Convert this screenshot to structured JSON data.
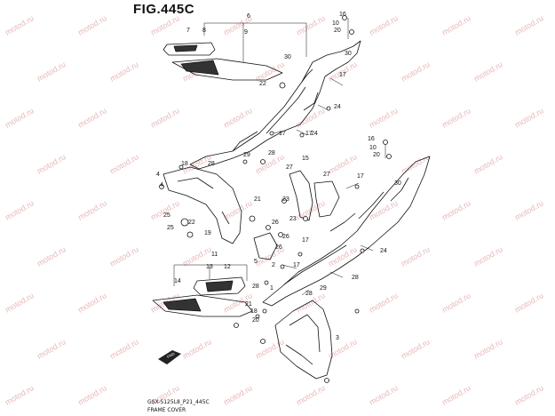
{
  "figure": {
    "title": "FIG.445C",
    "model_code": "GSX-S125L8_P21_445C",
    "name": "FRAME COVER"
  },
  "watermark": {
    "text": "motod.ru",
    "color": "#e8b9b9"
  },
  "front_arrow_label": "FWD",
  "callouts": [
    "1",
    "2",
    "3",
    "4",
    "5",
    "6",
    "7",
    "8",
    "9",
    "10",
    "11",
    "12",
    "13",
    "14",
    "15",
    "16",
    "17",
    "18",
    "19",
    "20",
    "21",
    "22",
    "23",
    "24",
    "25",
    "26",
    "27",
    "28",
    "29",
    "30"
  ]
}
